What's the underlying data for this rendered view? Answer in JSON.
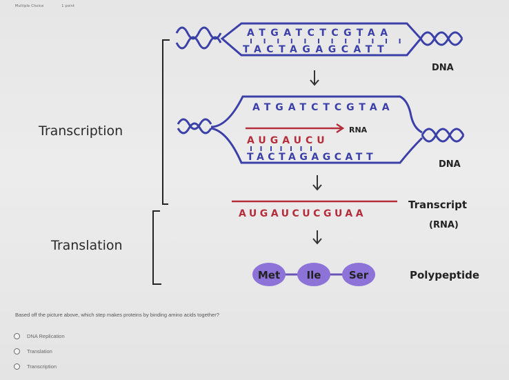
{
  "header": {
    "question_type": "Multiple Choice",
    "points": "1 point"
  },
  "diagram": {
    "dna_top": {
      "strand_top": "ATGATCTCGTAA",
      "strand_bottom": "TACTAGAGCATT",
      "label": "DNA"
    },
    "dna_mid": {
      "strand_top": "ATGATCTCGTAA",
      "rna_strand": "AUGAUCU",
      "rna_label": "RNA",
      "strand_bottom": "TACTAGAGCATT",
      "label": "DNA"
    },
    "transcript": {
      "sequence": "AUGAUCUCGUAA",
      "label_line1": "Transcript",
      "label_line2": "(RNA)"
    },
    "polypeptide": {
      "amino_acids": [
        "Met",
        "Ile",
        "Ser"
      ],
      "label": "Polypeptide"
    },
    "stage_labels": {
      "transcription": "Transcription",
      "translation": "Translation"
    },
    "colors": {
      "strand_blue": "#3b3fa8",
      "rna_red": "#b42d3a",
      "amino_purple": "#8d72d8",
      "bracket": "#222222"
    }
  },
  "question": {
    "text": "Based off the picture above, which step makes proteins by binding amino acids together?",
    "options": [
      {
        "label": "DNA Replication"
      },
      {
        "label": "Translation"
      },
      {
        "label": "Transcription"
      }
    ]
  }
}
